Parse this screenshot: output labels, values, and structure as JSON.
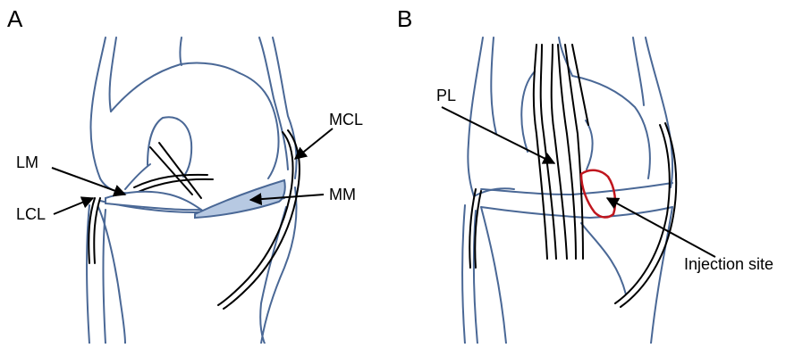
{
  "panels": {
    "a": {
      "letter": "A"
    },
    "b": {
      "letter": "B"
    }
  },
  "labels": {
    "lm": "LM",
    "lcl": "LCL",
    "mcl": "MCL",
    "mm": "MM",
    "pl": "PL",
    "injection": "Injection site"
  },
  "colors": {
    "outline": "#4a6896",
    "meniscus_fill": "#b7c9e2",
    "injection_outline": "#c0161e",
    "ligament": "#000000"
  }
}
